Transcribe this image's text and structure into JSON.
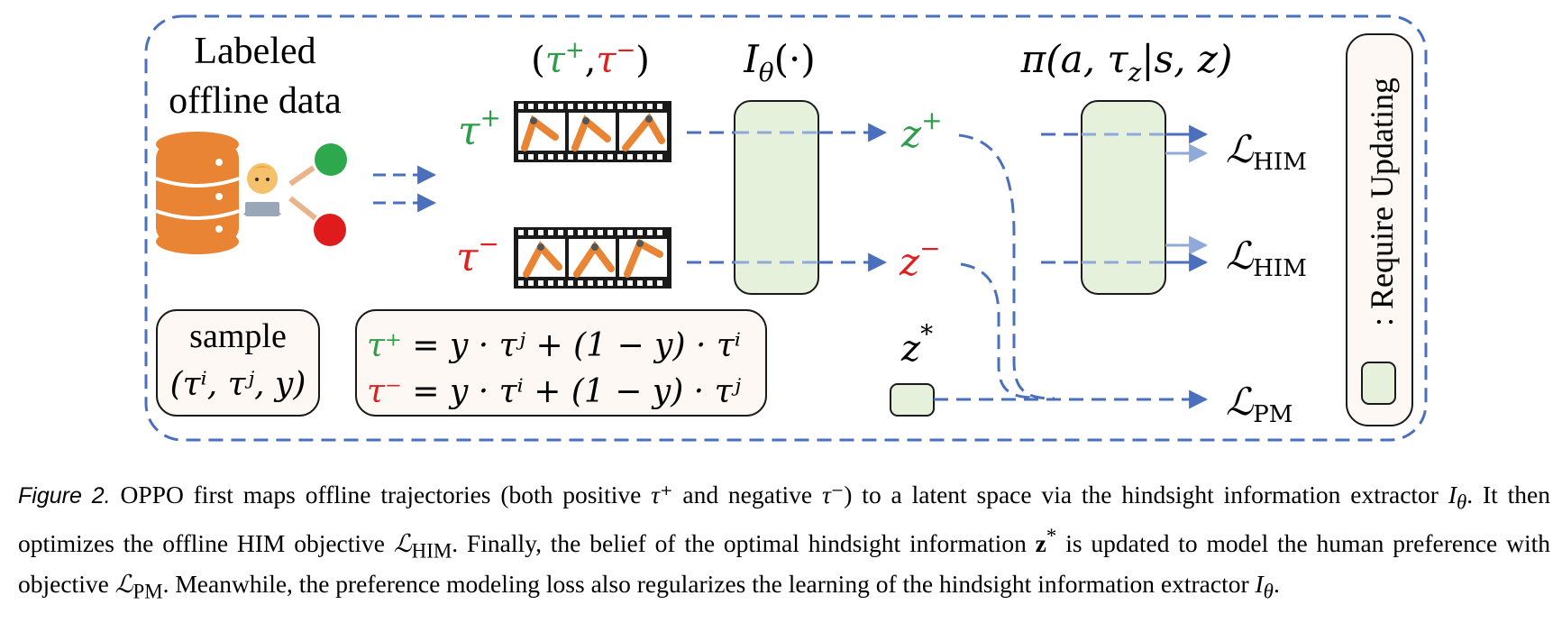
{
  "colors": {
    "frame": "#4a6fbd",
    "arrow": "#4a6fbd",
    "arrow_light": "#8fa9d9",
    "module_fill": "#e6f1dc",
    "box_fill": "#fdf8f3",
    "positive": "#2e9d4a",
    "negative": "#e02020",
    "db": "#e88433",
    "robot": "#e88433"
  },
  "data_block": {
    "title_line1": "Labeled",
    "title_line2": "offline data"
  },
  "pair_label": {
    "open": "(",
    "pos": "τ⁺",
    "comma": ",",
    "neg": "τ⁻",
    "close": ")"
  },
  "tau_pos": {
    "base": "τ",
    "sup": "+"
  },
  "tau_neg": {
    "base": "τ",
    "sup": "−"
  },
  "extractor": {
    "base": "I",
    "sub": "θ",
    "arg": "(·)"
  },
  "policy": {
    "text": "π(a, τ",
    "sub": "z",
    "rest": "|s, z)"
  },
  "z_pos": {
    "base": "z",
    "sup": "+"
  },
  "z_neg": {
    "base": "z",
    "sup": "−"
  },
  "z_star": {
    "base": "z",
    "sup": "*"
  },
  "loss_him_1": {
    "base": "ℒ",
    "sub": "HIM"
  },
  "loss_him_2": {
    "base": "ℒ",
    "sub": "HIM"
  },
  "loss_pm": {
    "base": "ℒ",
    "sub": "PM"
  },
  "sample_box": {
    "line1": "sample",
    "line2": "(τⁱ, τʲ, y)"
  },
  "formula_box": {
    "eq1_lhs": "τ⁺",
    "eq1_rhs": " = y · τʲ + (1 − y) · τⁱ",
    "eq2_lhs": "τ⁻",
    "eq2_rhs": " = y · τⁱ + (1 − y) · τʲ"
  },
  "legend": {
    "text": ": Require Updating"
  },
  "caption": {
    "label": "Figure 2.",
    "part1": " OPPO first maps offline trajectories (both positive ",
    "tau_pos": "τ⁺",
    "part2": " and negative ",
    "tau_neg": "τ⁻",
    "part3": ") to a latent space via the hindsight information extractor ",
    "extractor": "I",
    "extractor_sub": "θ",
    "part4": ". It then optimizes the offline HIM objective ",
    "loss_him": "ℒ",
    "loss_him_sub": "HIM",
    "part5": ". Finally, the belief of the optimal hindsight information ",
    "zstar": "z",
    "zstar_sup": "*",
    "part6": " is updated to model the human preference with objective ",
    "loss_pm": "ℒ",
    "loss_pm_sub": "PM",
    "part7": ". Meanwhile, the preference modeling loss also regularizes the learning of the hindsight information extractor ",
    "extractor2": "I",
    "extractor2_sub": "θ",
    "part8": "."
  }
}
